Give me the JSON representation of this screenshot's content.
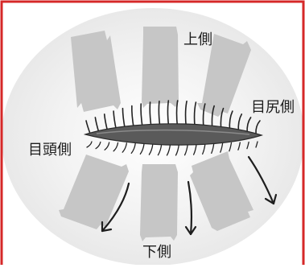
{
  "labels": {
    "upper": "上側",
    "lower": "下側",
    "outer_corner": "目尻側",
    "inner_corner": "目頭側"
  },
  "colors": {
    "border": "#d62828",
    "background_glow": "#e9e9e9",
    "tape": "#c6c6c6",
    "lash_line": "#5a5a5a",
    "lashes": "#222222",
    "arrows": "#1e1e1e"
  }
}
